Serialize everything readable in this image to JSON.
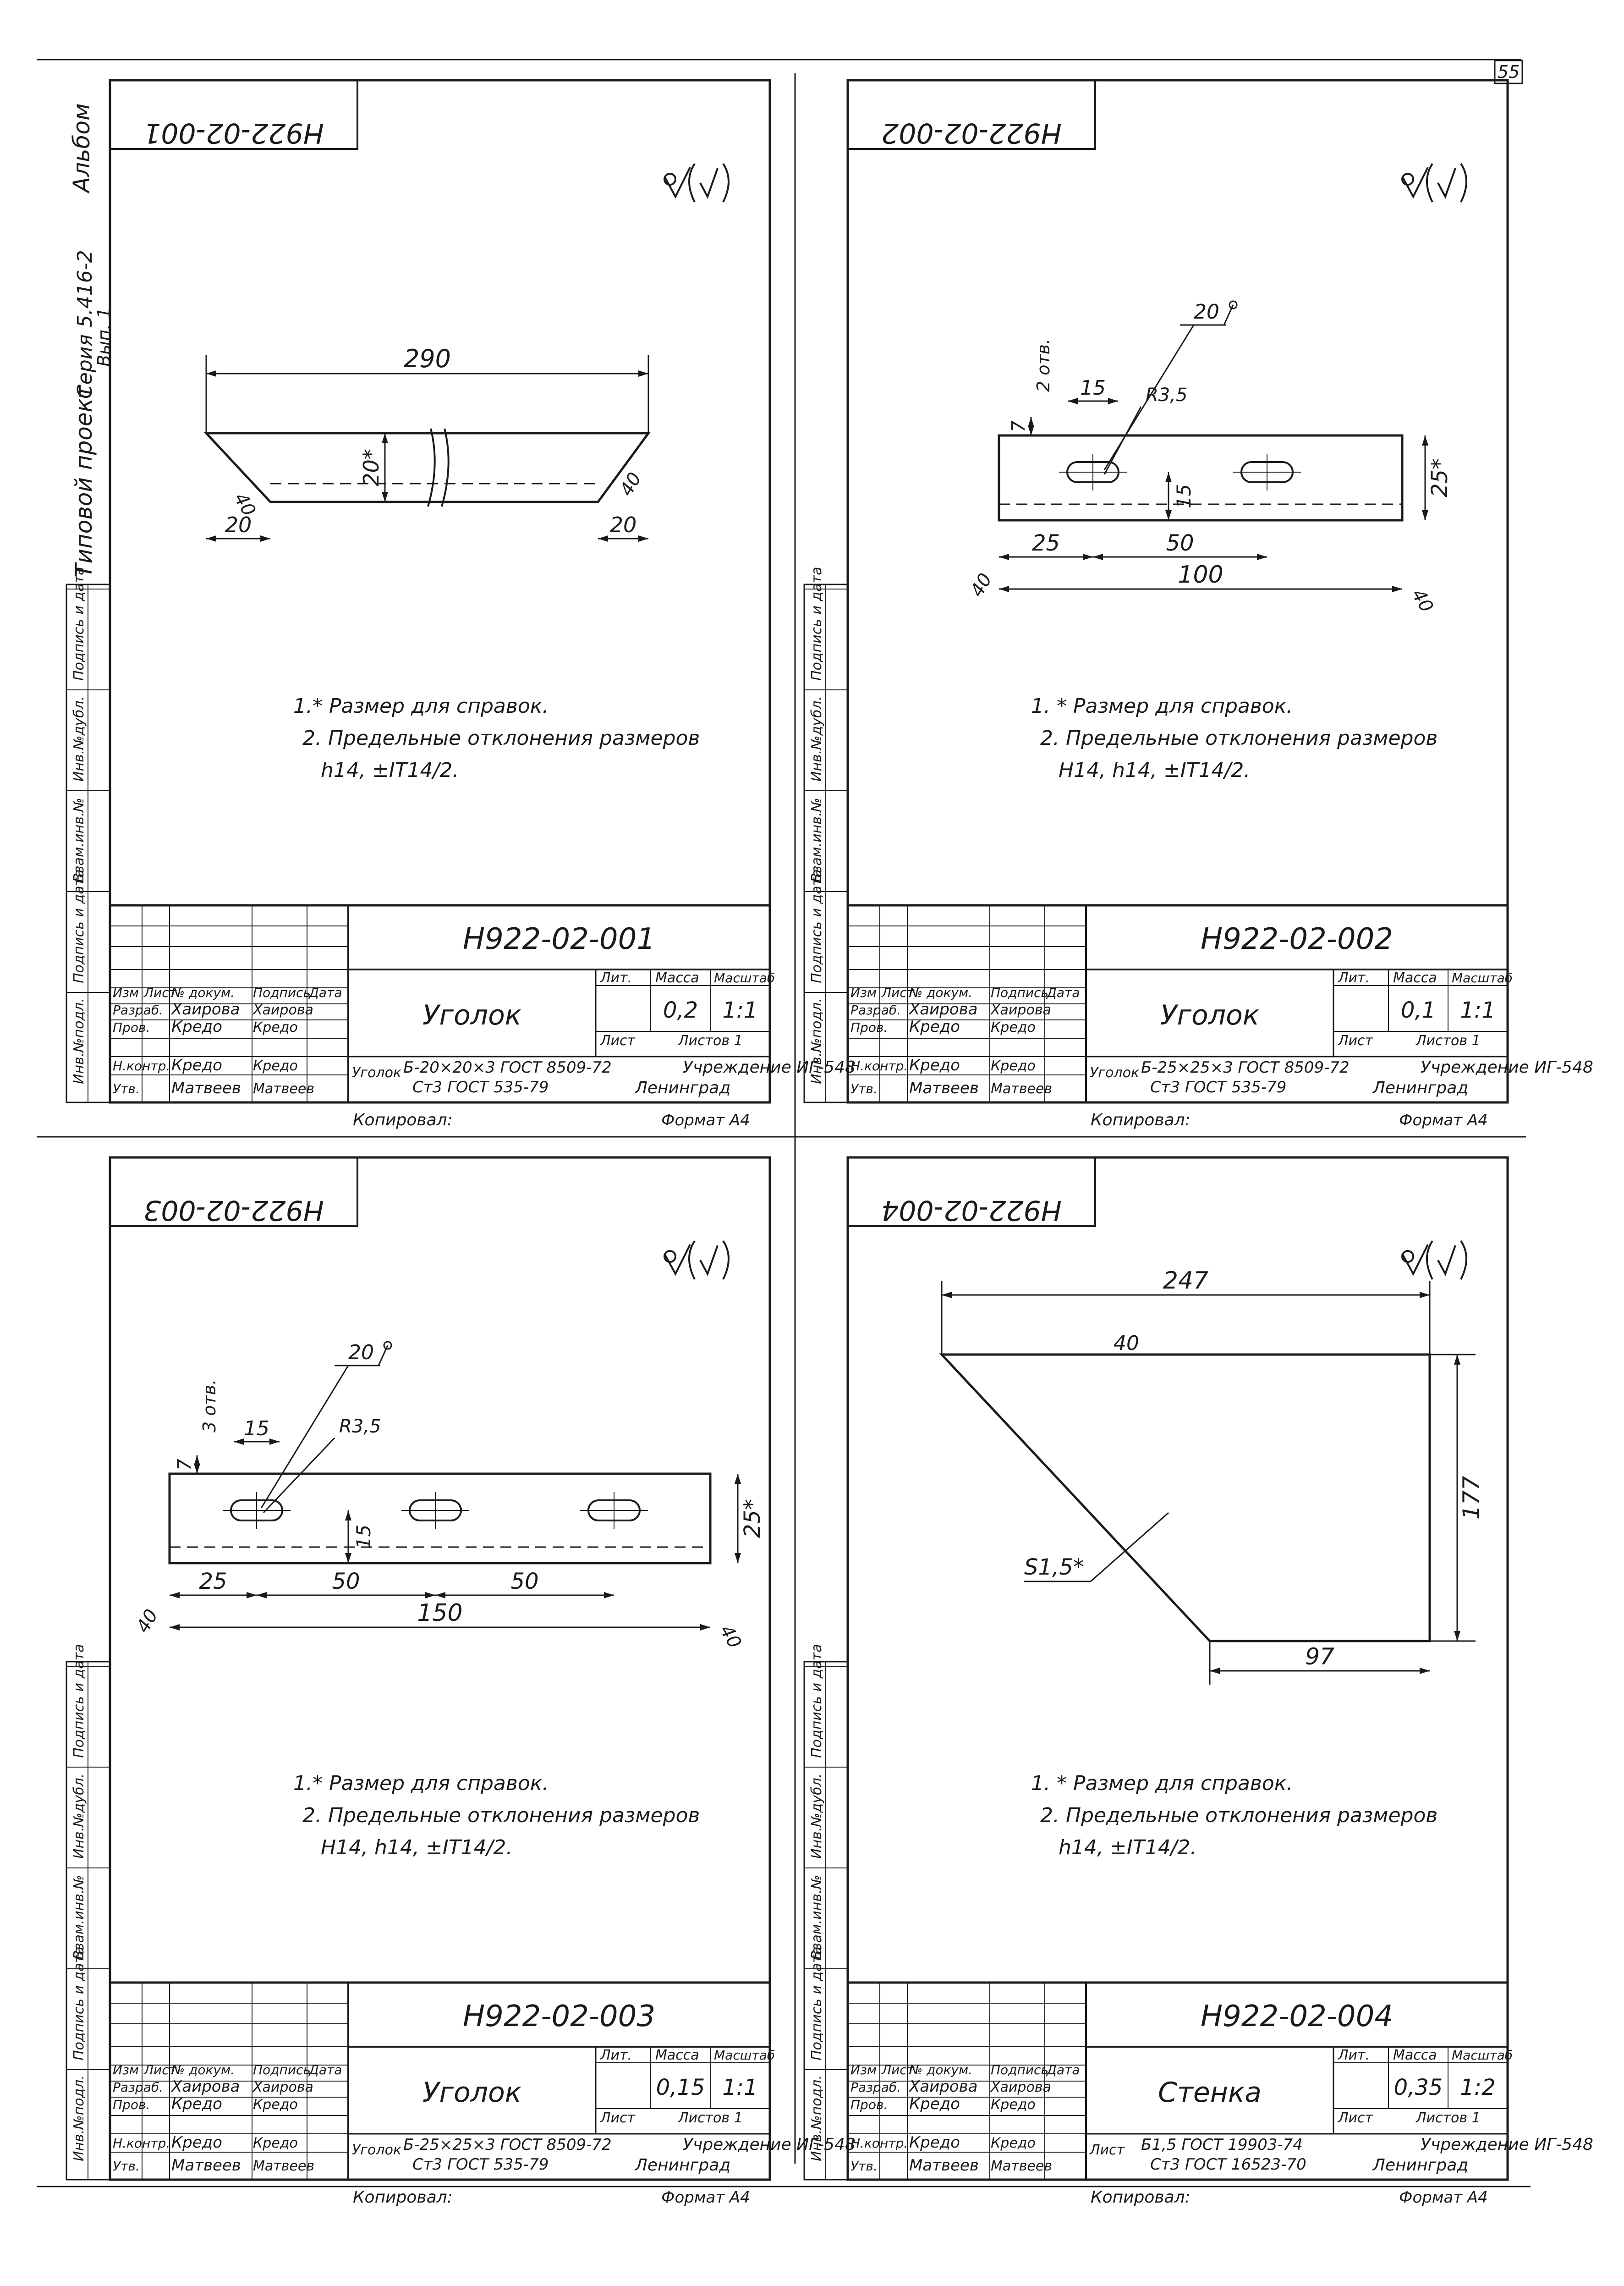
{
  "page": {
    "page_number": "55",
    "album_label": "Альбом",
    "project_label": "Типовой проект",
    "project_code": "Серия 5.416-2",
    "issue": "Вып. 1"
  },
  "side_columns": [
    "Инв.№подл.",
    "Подпись и дата",
    "Взам.инв.№",
    "Инв.№дубл.",
    "Подпись и дата"
  ],
  "table_headers": {
    "izm": "Изм",
    "list": "Лист",
    "doc": "№ докум.",
    "sign": "Подпись",
    "date": "Дата",
    "razrab": "Разраб.",
    "prov": "Пров.",
    "nkontr": "Н.контр.",
    "utv": "Утв.",
    "lit": "Лит.",
    "massa": "Масса",
    "masshtab": "Масштаб",
    "sheet": "Лист",
    "sheets": "Листов 1",
    "organization": "Учреждение ИГ-548",
    "city": "Ленинград",
    "copied": "Копировал:",
    "format": "Формат А4"
  },
  "surface_symbol": "∀(√)",
  "sheets": [
    {
      "code": "Н922-02-001",
      "code_rotated": "Н922-02-001",
      "name": "Уголок",
      "mass": "0,2",
      "scale": "1:1",
      "material_prefix": "Уголок",
      "material_1": "Б-20×20×3 ГОСТ 8509-72",
      "material_2": "Ст3 ГОСТ 535-79",
      "developer": "Хаирова",
      "checker": "Кредо",
      "normcontrol": "Кредо",
      "approver": "Матвеев",
      "notes": [
        "1.* Размер для справок.",
        "2. Предельные отклонения размеров",
        "h14, ±IT14/2."
      ],
      "dims": {
        "length": "290",
        "height": "20*",
        "left": "20",
        "right": "20",
        "angle_l": "40",
        "angle_r": "40"
      }
    },
    {
      "code": "Н922-02-002",
      "code_rotated": "Н922-02-002",
      "name": "Уголок",
      "mass": "0,1",
      "scale": "1:1",
      "material_prefix": "Уголок",
      "material_1": "Б-25×25×3 ГОСТ 8509-72",
      "material_2": "Ст3 ГОСТ 535-79",
      "developer": "Хаирова",
      "checker": "Кредо",
      "normcontrol": "Кредо",
      "approver": "Матвеев",
      "notes": [
        "1. * Размер для справок.",
        "2. Предельные отклонения размеров",
        "Н14, h14, ±IT14/2."
      ],
      "dims": {
        "roughness": "20",
        "holes": "2 отв.",
        "slot": "15",
        "radius": "R3,5",
        "offset": "7",
        "height_in": "15",
        "height": "25*",
        "d1": "25",
        "d2": "50",
        "length": "100",
        "angle_l": "40",
        "angle_r": "40"
      }
    },
    {
      "code": "Н922-02-003",
      "code_rotated": "Н922-02-003",
      "name": "Уголок",
      "mass": "0,15",
      "scale": "1:1",
      "material_prefix": "Уголок",
      "material_1": "Б-25×25×3 ГОСТ 8509-72",
      "material_2": "Ст3 ГОСТ 535-79",
      "developer": "Хаирова",
      "checker": "Кредо",
      "normcontrol": "Кредо",
      "approver": "Матвеев",
      "notes": [
        "1.* Размер для справок.",
        "2. Предельные отклонения размеров",
        "Н14, h14, ±IT14/2."
      ],
      "dims": {
        "roughness": "20",
        "holes": "3 отв.",
        "slot": "15",
        "radius": "R3,5",
        "offset": "7",
        "height_in": "15",
        "height": "25*",
        "d1": "25",
        "d2": "50",
        "d3": "50",
        "length": "150",
        "angle_l": "40",
        "angle_r": "40"
      }
    },
    {
      "code": "Н922-02-004",
      "code_rotated": "Н922-02-004",
      "name": "Стенка",
      "mass": "0,35",
      "scale": "1:2",
      "material_prefix": "Лист",
      "material_1": "Б1,5 ГОСТ 19903-74",
      "material_2": "Ст3 ГОСТ 16523-70",
      "developer": "Хаирова",
      "checker": "Кредо",
      "normcontrol": "Кредо",
      "approver": "Матвеев",
      "notes": [
        "1. * Размер для справок.",
        "2. Предельные отклонения размеров",
        "h14, ±IT14/2."
      ],
      "dims": {
        "top": "247",
        "angle": "40",
        "side": "177",
        "bottom": "97",
        "thickness": "S1,5*"
      }
    }
  ]
}
